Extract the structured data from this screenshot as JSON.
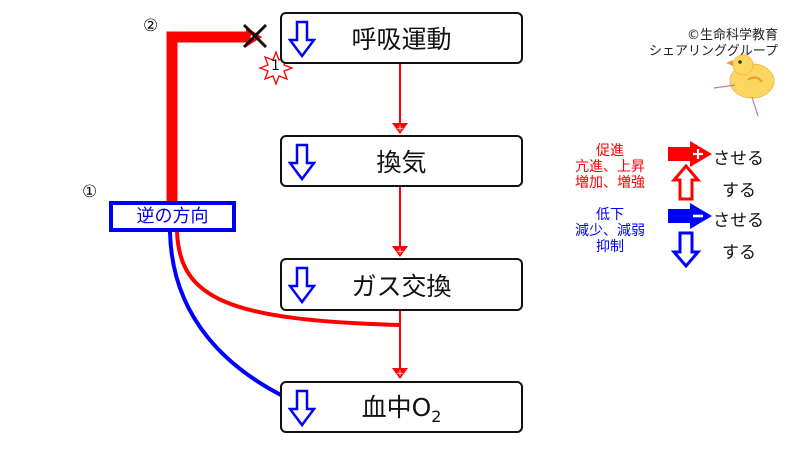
{
  "colors": {
    "promote": "#ff0000",
    "suppress": "#0000ff",
    "box_border": "#111111"
  },
  "nodes": [
    {
      "id": "respiratory-movement",
      "label": "呼吸運動",
      "state_icon": "down-arrow-icon"
    },
    {
      "id": "ventilation",
      "label": "換気",
      "state_icon": "down-arrow-icon"
    },
    {
      "id": "gas-exchange",
      "label": "ガス交換",
      "state_icon": "down-arrow-icon"
    },
    {
      "id": "blood-o2",
      "label": "血中O",
      "label_subscript": "2",
      "state_icon": "down-arrow-icon"
    }
  ],
  "edges": [
    {
      "from": "respiratory-movement",
      "to": "ventilation",
      "type": "promote"
    },
    {
      "from": "ventilation",
      "to": "gas-exchange",
      "type": "promote"
    },
    {
      "from": "gas-exchange",
      "to": "blood-o2",
      "type": "promote"
    }
  ],
  "reverse_box": {
    "label": "逆の方向"
  },
  "markers": {
    "one": "①",
    "two": "②",
    "burst_number": "1",
    "blocked": "✕"
  },
  "credit": {
    "line1": "©生命科学教育",
    "line2": "シェアリンググループ"
  },
  "legend": {
    "promote_terms": [
      "促進",
      "亢進、上昇",
      "増加、増強"
    ],
    "suppress_terms": [
      "低下",
      "減少、減弱",
      "抑制"
    ],
    "make_verb": "させる",
    "do_verb": "する",
    "plus_sign": "+",
    "minus_sign": "−"
  }
}
